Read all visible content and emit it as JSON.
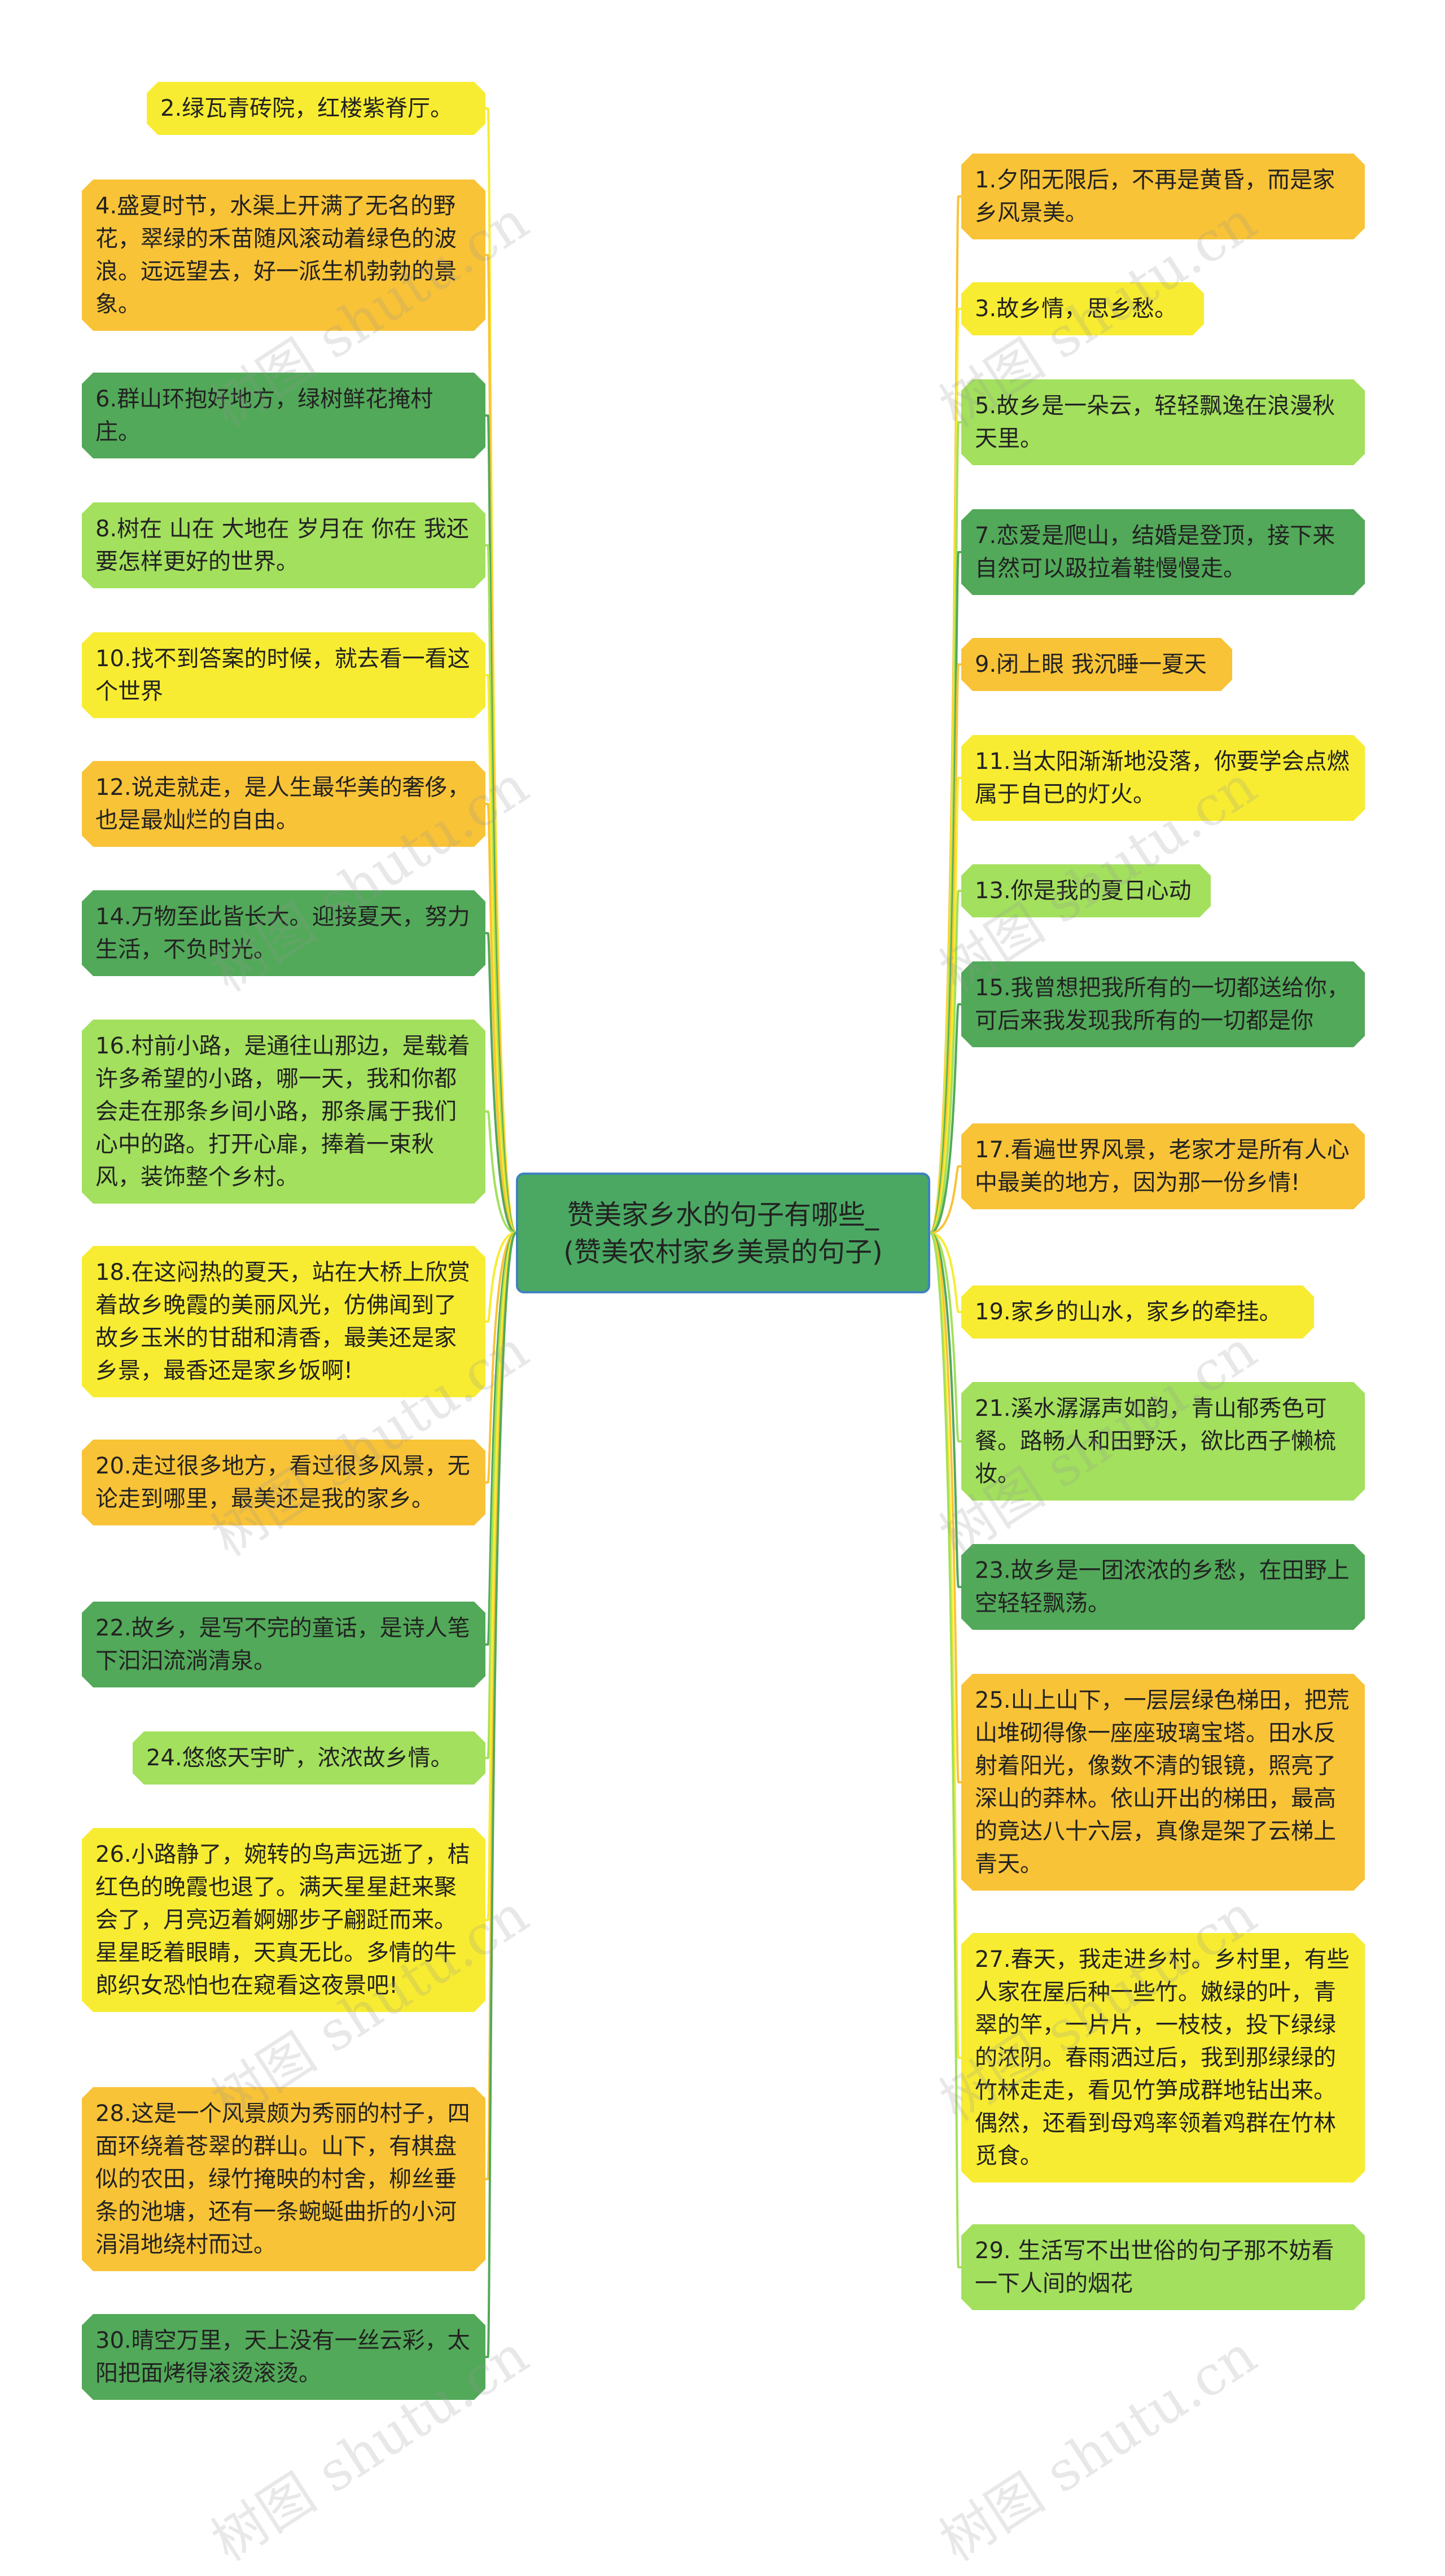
{
  "root": {
    "line1": "赞美家乡水的句子有哪些_",
    "line2": "(赞美农村家乡美景的句子)"
  },
  "watermark": "树图 shutu.cn",
  "colors": {
    "yellow": "#f7ec31",
    "orange": "#f9c337",
    "dark_green": "#52a959",
    "light_green": "#a3e05d",
    "root_fill": "#4aa862",
    "root_border": "#3e82c0"
  },
  "left_nodes": [
    {
      "text": "2.绿瓦青砖院，红楼紫脊厅。",
      "color": "yellow"
    },
    {
      "text": "4.盛夏时节，水渠上开满了无名的野花，翠绿的禾苗随风滚动着绿色的波浪。远远望去，好一派生机勃勃的景象。",
      "color": "orange"
    },
    {
      "text": "6.群山环抱好地方，绿树鲜花掩村庄。",
      "color": "dark_green"
    },
    {
      "text": "8.树在 山在 大地在 岁月在 你在 我还要怎样更好的世界。",
      "color": "light_green"
    },
    {
      "text": "10.找不到答案的时候，就去看一看这个世界",
      "color": "yellow"
    },
    {
      "text": "12.说走就走，是人生最华美的奢侈，也是最灿烂的自由。",
      "color": "orange"
    },
    {
      "text": "14.万物至此皆长大。迎接夏天，努力生活，不负时光。",
      "color": "dark_green"
    },
    {
      "text": "16.村前小路，是通往山那边，是载着许多希望的小路，哪一天，我和你都会走在那条乡间小路，那条属于我们心中的路。打开心扉，捧着一束秋风，装饰整个乡村。",
      "color": "light_green"
    },
    {
      "text": "18.在这闷热的夏天，站在大桥上欣赏着故乡晚霞的美丽风光，仿佛闻到了故乡玉米的甘甜和清香，最美还是家乡景，最香还是家乡饭啊!",
      "color": "yellow"
    },
    {
      "text": "20.走过很多地方，看过很多风景，无论走到哪里，最美还是我的家乡。",
      "color": "orange"
    },
    {
      "text": "22.故乡，是写不完的童话，是诗人笔下汩汩流淌清泉。",
      "color": "dark_green"
    },
    {
      "text": "24.悠悠天宇旷，浓浓故乡情。",
      "color": "light_green"
    },
    {
      "text": "26.小路静了，婉转的鸟声远逝了，桔红色的晚霞也退了。满天星星赶来聚会了，月亮迈着婀娜步子翩跹而来。星星眨着眼睛，天真无比。多情的牛郎织女恐怕也在窥看这夜景吧!",
      "color": "yellow"
    },
    {
      "text": "28.这是一个风景颇为秀丽的村子，四面环绕着苍翠的群山。山下，有棋盘似的农田，绿竹掩映的村舍，柳丝垂条的池塘，还有一条蜿蜒曲折的小河涓涓地绕村而过。",
      "color": "orange"
    },
    {
      "text": "30.晴空万里，天上没有一丝云彩，太阳把面烤得滚烫滚烫。",
      "color": "dark_green"
    }
  ],
  "right_nodes": [
    {
      "text": "1.夕阳无限后，不再是黄昏，而是家乡风景美。",
      "color": "orange"
    },
    {
      "text": "3.故乡情，思乡愁。",
      "color": "yellow"
    },
    {
      "text": "5.故乡是一朵云，轻轻飘逸在浪漫秋天里。",
      "color": "light_green"
    },
    {
      "text": "7.恋爱是爬山，结婚是登顶，接下来自然可以趿拉着鞋慢慢走。",
      "color": "dark_green"
    },
    {
      "text": "9.闭上眼 我沉睡一夏天",
      "color": "orange"
    },
    {
      "text": "11.当太阳渐渐地没落，你要学会点燃属于自已的灯火。",
      "color": "yellow"
    },
    {
      "text": "13.你是我的夏日心动",
      "color": "light_green"
    },
    {
      "text": "15.我曾想把我所有的一切都送给你，可后来我发现我所有的一切都是你",
      "color": "dark_green"
    },
    {
      "text": "17.看遍世界风景，老家才是所有人心中最美的地方，因为那一份乡情!",
      "color": "orange"
    },
    {
      "text": "19.家乡的山水，家乡的牵挂。",
      "color": "yellow"
    },
    {
      "text": "21.溪水潺潺声如韵，青山郁秀色可餐。路畅人和田野沃，欲比西子懒梳妆。",
      "color": "light_green"
    },
    {
      "text": "23.故乡是一团浓浓的乡愁，在田野上空轻轻飘荡。",
      "color": "dark_green"
    },
    {
      "text": "25.山上山下，一层层绿色梯田，把荒山堆砌得像一座座玻璃宝塔。田水反射着阳光，像数不清的银镜，照亮了深山的莽林。依山开出的梯田，最高的竟达八十六层，真像是架了云梯上青天。",
      "color": "orange"
    },
    {
      "text": "27.春天，我走进乡村。乡村里，有些人家在屋后种一些竹。嫩绿的叶，青翠的竿，一片片，一枝枝，投下绿绿的浓阴。春雨洒过后，我到那绿绿的竹林走走，看见竹笋成群地钻出来。偶然，还看到母鸡率领着鸡群在竹林觅食。",
      "color": "yellow"
    },
    {
      "text": "29. 生活写不出世俗的句子那不妨看一下人间的烟花",
      "color": "light_green"
    }
  ]
}
